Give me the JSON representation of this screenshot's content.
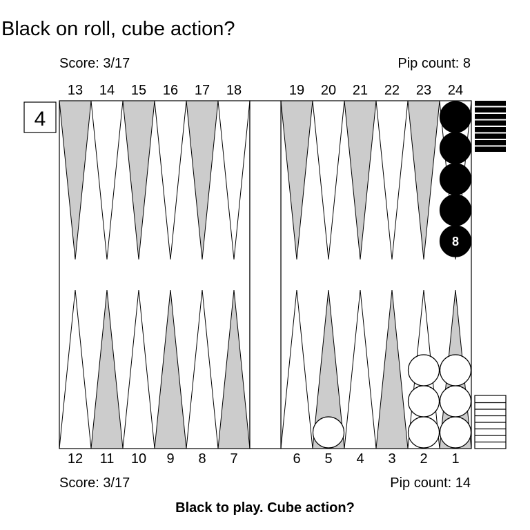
{
  "title": "Black on roll, cube action?",
  "top": {
    "score": "Score: 3/17",
    "pip_count": "Pip count: 8"
  },
  "bottom": {
    "score": "Score: 3/17",
    "pip_count": "Pip count: 14"
  },
  "caption": "Black to play. Cube action?",
  "cube": {
    "value": "4"
  },
  "top_points": [
    "13",
    "14",
    "15",
    "16",
    "17",
    "18",
    "19",
    "20",
    "21",
    "22",
    "23",
    "24"
  ],
  "bottom_points": [
    "12",
    "11",
    "10",
    "9",
    "8",
    "7",
    "6",
    "5",
    "4",
    "3",
    "2",
    "1"
  ],
  "colors": {
    "dark_point": "#cccccc",
    "light_point": "#ffffff",
    "black_checker": "#000000",
    "white_checker": "#ffffff",
    "line": "#000000"
  },
  "checkers": [
    {
      "point": 24,
      "color": "black",
      "count": 8,
      "count_label": "8"
    },
    {
      "point": 1,
      "color": "white",
      "count": 3
    },
    {
      "point": 2,
      "color": "white",
      "count": 3
    },
    {
      "point": 5,
      "color": "white",
      "count": 1
    }
  ],
  "borne_off": {
    "black": 8,
    "white": 8
  }
}
